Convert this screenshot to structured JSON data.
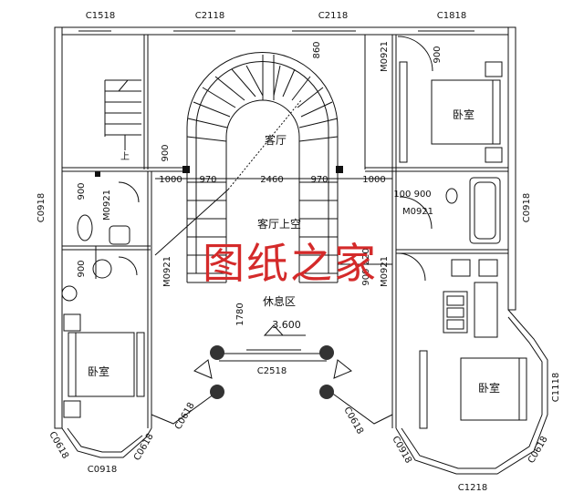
{
  "watermark": "图纸之家",
  "rooms": {
    "living": "客厅",
    "living_void": "客厅上空",
    "lounge": "休息区",
    "bedroom_ne": "卧室",
    "bedroom_sw": "卧室",
    "bedroom_se": "卧室",
    "stair_up": "上"
  },
  "elevation": "3.600",
  "windows": {
    "top_1": "C1518",
    "top_2": "C2118",
    "top_3": "C2118",
    "top_4": "C1818",
    "left_mid": "C0918",
    "right_mid": "C0918",
    "bay_center": "C2518",
    "bay_left": "C0618",
    "bay_right": "C0618",
    "sw_1": "C0618",
    "sw_2": "C0918",
    "sw_3": "C0618",
    "se_1": "C0918",
    "se_2": "C1218",
    "se_3": "C0618",
    "se_4": "C1118"
  },
  "doors": {
    "d_ne": "M0921",
    "d_w1": "M0921",
    "d_bath": "M0921",
    "d_mid_l": "M0921",
    "d_mid_r": "M0921"
  },
  "dims": {
    "d860": "860",
    "d900_ne": "900",
    "d900_stair": "900",
    "d1000_l": "1000",
    "d970_l": "970",
    "d2460": "2460",
    "d970_r": "970",
    "d1000_r": "1000",
    "d900_w1": "900",
    "d900_w2": "900",
    "d100_900": "100 900",
    "d900_220": "900 220",
    "d1780": "1780"
  }
}
